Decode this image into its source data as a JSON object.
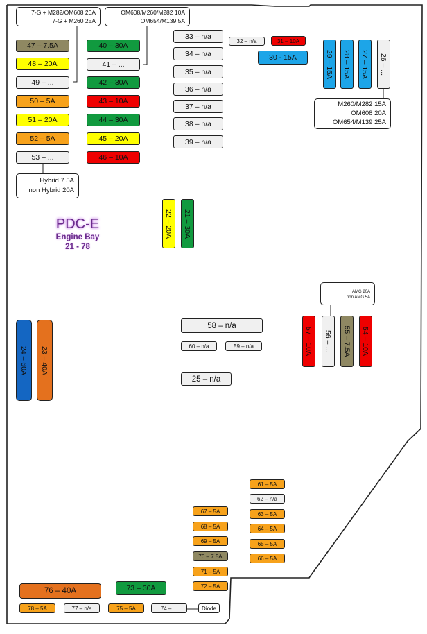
{
  "title": {
    "main": "PDC-E",
    "line1": "Engine Bay",
    "line2": "21 - 78"
  },
  "colors": {
    "olive": "#8f8862",
    "green": "#119a3f",
    "yellow": "#ffff00",
    "white": "#f0f0f0",
    "orange": "#f7a21b",
    "red": "#ef0000",
    "blue": "#1da5e8",
    "darkblue": "#1466c2",
    "darkorange": "#e4711e"
  },
  "fuses": {
    "f47": "47 – 7.5A",
    "f48": "48 – 20A",
    "f49": "49 – ...",
    "f50": "50 – 5A",
    "f51": "51 – 20A",
    "f52": "52 – 5A",
    "f53": "53 – ...",
    "f40": "40 – 30A",
    "f41": "41 – ...",
    "f42": "42 – 30A",
    "f43": "43 – 10A",
    "f44": "44 – 30A",
    "f45": "45 – 20A",
    "f46": "46 – 10A",
    "f33": "33 – n/a",
    "f34": "34 – n/a",
    "f35": "35 – n/a",
    "f36": "36 – n/a",
    "f37": "37 – n/a",
    "f38": "38 – n/a",
    "f39": "39 – n/a",
    "f32": "32 – n/a",
    "f31": "31 – 10A",
    "f30": "30 - 15A",
    "f29": "29 – 15A",
    "f28": "28 – 15A",
    "f27": "27 – 15A",
    "f26": "26 – ...",
    "f22": "22 – 20A",
    "f21": "21 – 30A",
    "f24": "24 – 60A",
    "f23": "23 – 40A",
    "f58": "58 – n/a",
    "f60": "60 – n/a",
    "f59": "59 – n/a",
    "f25": "25 – n/a",
    "f57": "57 – 10A",
    "f56": "56 – ...",
    "f55": "55 – 7.5A",
    "f54": "54 – 10A",
    "f61": "61 – 5A",
    "f62": "62 – n/a",
    "f63": "63 – 5A",
    "f64": "64 – 5A",
    "f65": "65 – 5A",
    "f66": "66 – 5A",
    "f67": "67 – 5A",
    "f68": "68 – 5A",
    "f69": "69 – 5A",
    "f70": "70 – 7.5A",
    "f71": "71 – 5A",
    "f72": "72 – 5A",
    "f76": "76 – 40A",
    "f73": "73 – 30A",
    "f78": "78 – 5A",
    "f77": "77 – n/a",
    "f75": "75 – 5A",
    "f74": "74 – ...",
    "diode": "Diode"
  },
  "notes": {
    "n49": [
      "7-G + M282/OM608 20A",
      "7-G + M260 25A"
    ],
    "n41": [
      "OM608/M260/M282 10A",
      "OM654/M139 5A"
    ],
    "n26": [
      "M260/M282 15A",
      "OM608 20A",
      "OM654/M139 25A"
    ],
    "n53": [
      "Hybrid 7.5A",
      "non Hybrid 20A"
    ],
    "n56": [
      "AMG 20A",
      "non AMG 5A"
    ]
  }
}
